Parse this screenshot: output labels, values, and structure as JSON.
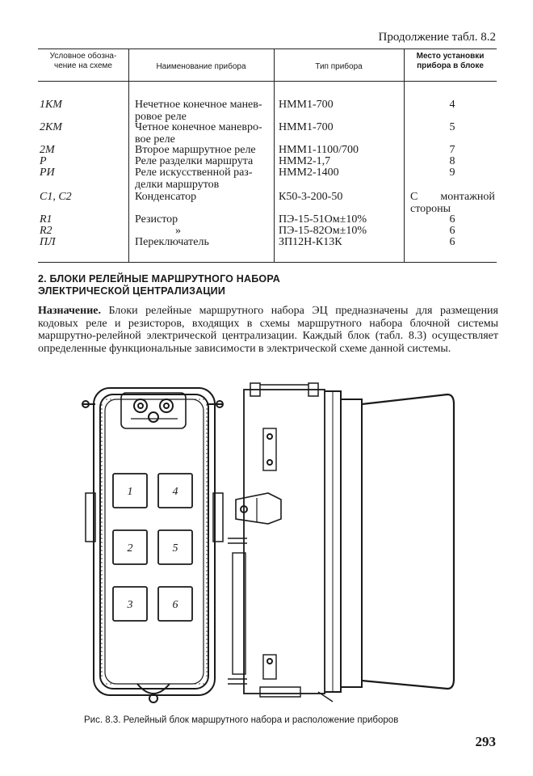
{
  "header": {
    "continuation": "Продолжение табл. 8.2"
  },
  "table": {
    "columns": [
      "Условное обозна-\nчение на схеме",
      "Наименование прибора",
      "Тип прибора",
      "Место установки\nприбора в блоке"
    ],
    "rows": [
      {
        "code": "1КМ",
        "name": "Нечетное конечное манев-\nровое реле",
        "type": "НММ1-700",
        "place": "4"
      },
      {
        "code": "2КМ",
        "name": "Четное конечное маневро-\nвое реле",
        "type": "НММ1-700",
        "place": "5"
      },
      {
        "code": "2М",
        "name": "Второе маршрутное реле",
        "type": "НММ1-1100/700",
        "place": "7"
      },
      {
        "code": "Р",
        "name": "Реле разделки маршрута",
        "type": "НММ2-1,7",
        "place": "8"
      },
      {
        "code": "РИ",
        "name": "Реле искусственной раз-\nделки маршрутов",
        "type": "НММ2-1400",
        "place": "9"
      },
      {
        "code": "С1, С2",
        "name": "Конденсатор",
        "type": "К50-3-200-50",
        "place": "С        монтажной\nстороны"
      },
      {
        "code": "R1",
        "name": "Резистор",
        "type": "ПЭ-15-51Ом±10%",
        "place": "6"
      },
      {
        "code": "R2",
        "name": "»",
        "type": "ПЭ-15-82Ом±10%",
        "place": "6"
      },
      {
        "code": "ПЛ",
        "name": "Переключатель",
        "type": "ЗП12Н-К13К",
        "place": "6"
      }
    ]
  },
  "section": {
    "title": "2. БЛОКИ РЕЛЕЙНЫЕ МАРШРУТНОГО НАБОРА ЭЛЕКТРИЧЕСКОЙ ЦЕНТРАЛИЗАЦИИ",
    "lead": "Назначение.",
    "body": "Блоки релейные маршрутного набора ЭЦ предназначены для размещения кодовых реле и резисторов, входящих в схемы маршрутного набора блочной системы маршрутно-релейной электрической централизации. Каждый блок (табл. 8.3) осуществляет определенные функциональные зависимости в электрической схеме данной системы."
  },
  "figure": {
    "slots": [
      "1",
      "4",
      "2",
      "5",
      "3",
      "6"
    ],
    "caption": "Рис. 8.3. Релейный блок маршрутного набора и расположение приборов"
  },
  "page_number": "293"
}
